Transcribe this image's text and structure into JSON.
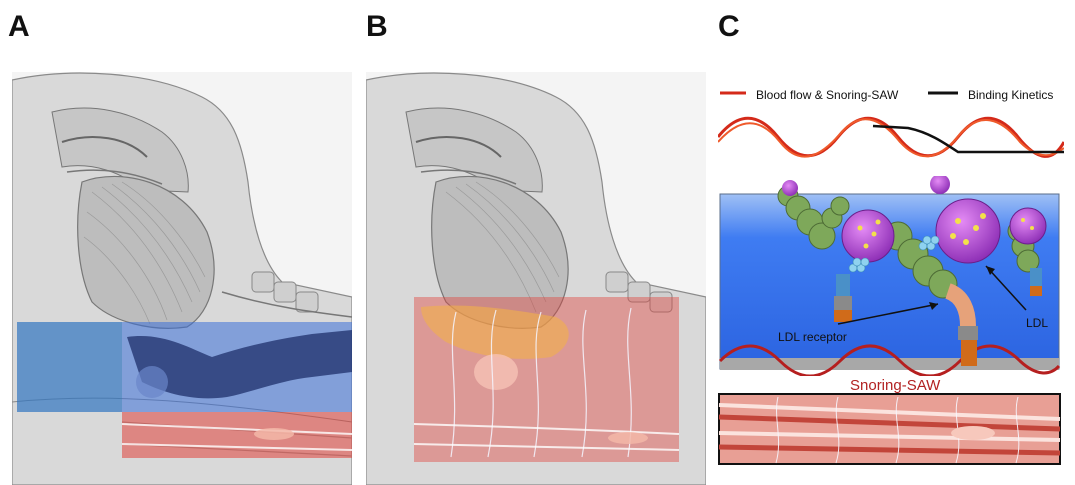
{
  "panels": {
    "a": {
      "letter": "A"
    },
    "b": {
      "letter": "B"
    },
    "c": {
      "letter": "C"
    }
  },
  "legend": {
    "blood_flow": "Blood flow & Snoring-SAW",
    "binding_kinetics": "Binding Kinetics"
  },
  "labels": {
    "ldl_receptor": "LDL receptor",
    "ldl": "LDL",
    "snoring_saw": "Snoring-SAW"
  },
  "colors": {
    "blood_red": "#d42a1a",
    "blue_overlay": "#3b6fd8",
    "red_overlay": "#e0413a",
    "cell_blue": "#2f6df0",
    "ldl_purple": "#b24bd8",
    "receptor_green": "#7ea85a"
  }
}
